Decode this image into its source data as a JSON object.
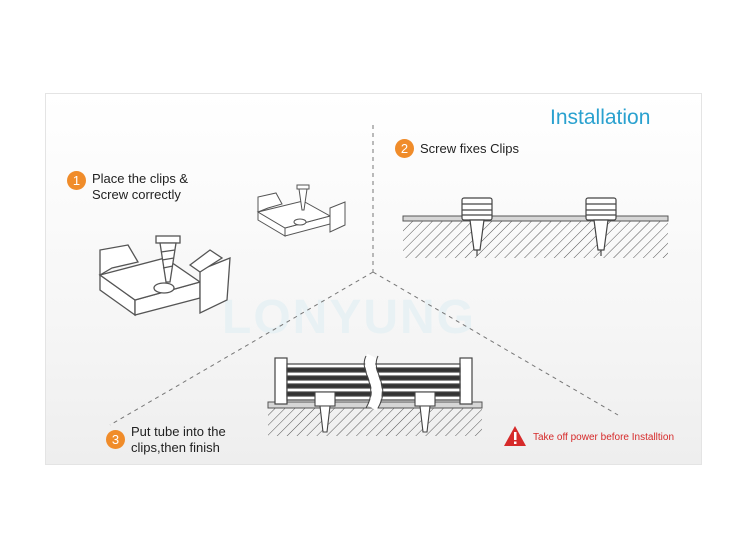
{
  "title": "Installation",
  "steps": [
    {
      "number": "1",
      "line1": "Place the clips &",
      "line2": "Screw correctly"
    },
    {
      "number": "2",
      "line1": "Screw fixes Clips",
      "line2": ""
    },
    {
      "number": "3",
      "line1": "Put tube into the",
      "line2": "clips,then finish"
    }
  ],
  "watermark": "LONYUNG",
  "warning": "Take off power before Installtion",
  "colors": {
    "title": "#2aa1cf",
    "badge": "#f08c2a",
    "warning": "#d62a2a"
  }
}
